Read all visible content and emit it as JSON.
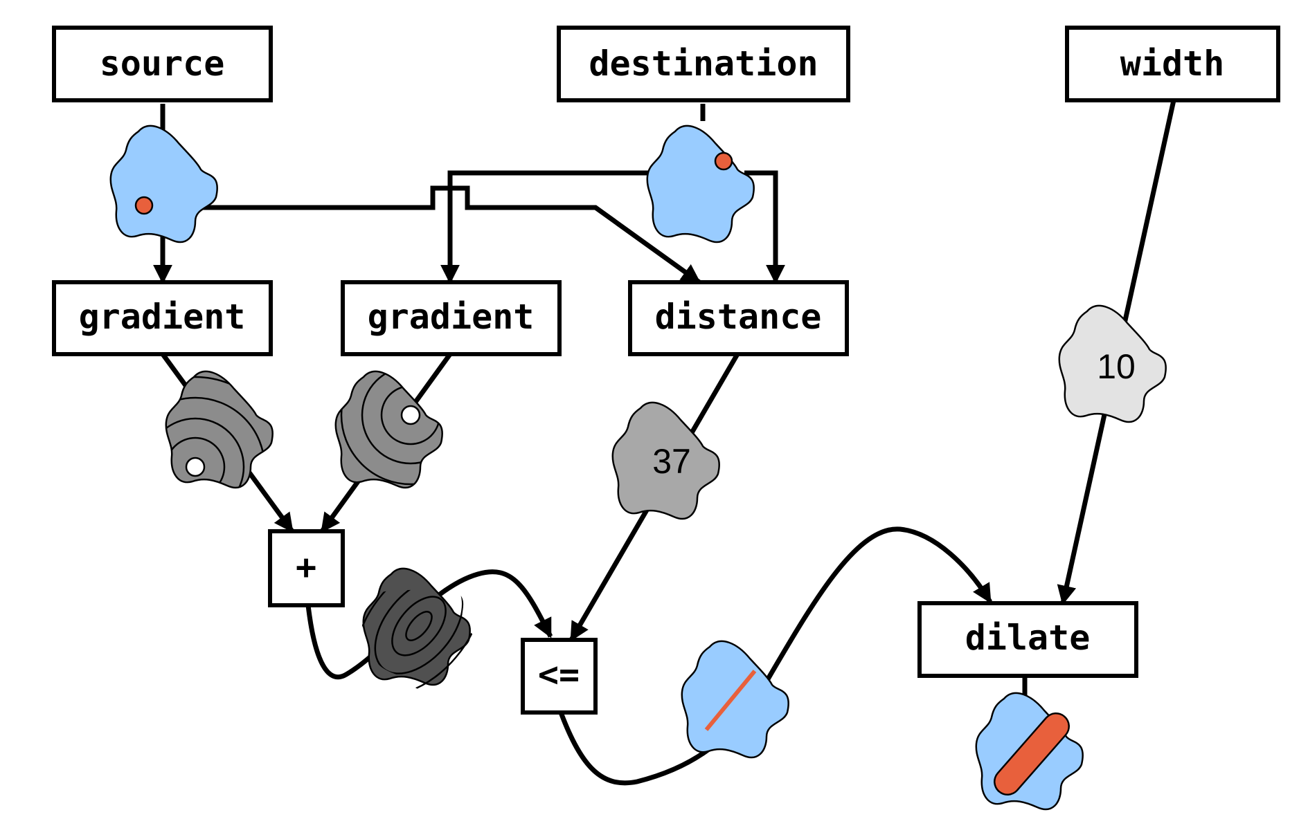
{
  "nodes": {
    "source": "source",
    "destination": "destination",
    "width": "width",
    "gradient_source": "gradient",
    "gradient_destination": "gradient",
    "distance": "distance",
    "add": "+",
    "less_equal": "<=",
    "dilate": "dilate"
  },
  "values": {
    "distance_value": "37",
    "width_value": "10"
  },
  "colors": {
    "image_blue": "#99ccff",
    "point_red": "#e8603c",
    "scalar_dark_gray": "#a8a8a8",
    "scalar_light_gray": "#e3e3e3"
  }
}
